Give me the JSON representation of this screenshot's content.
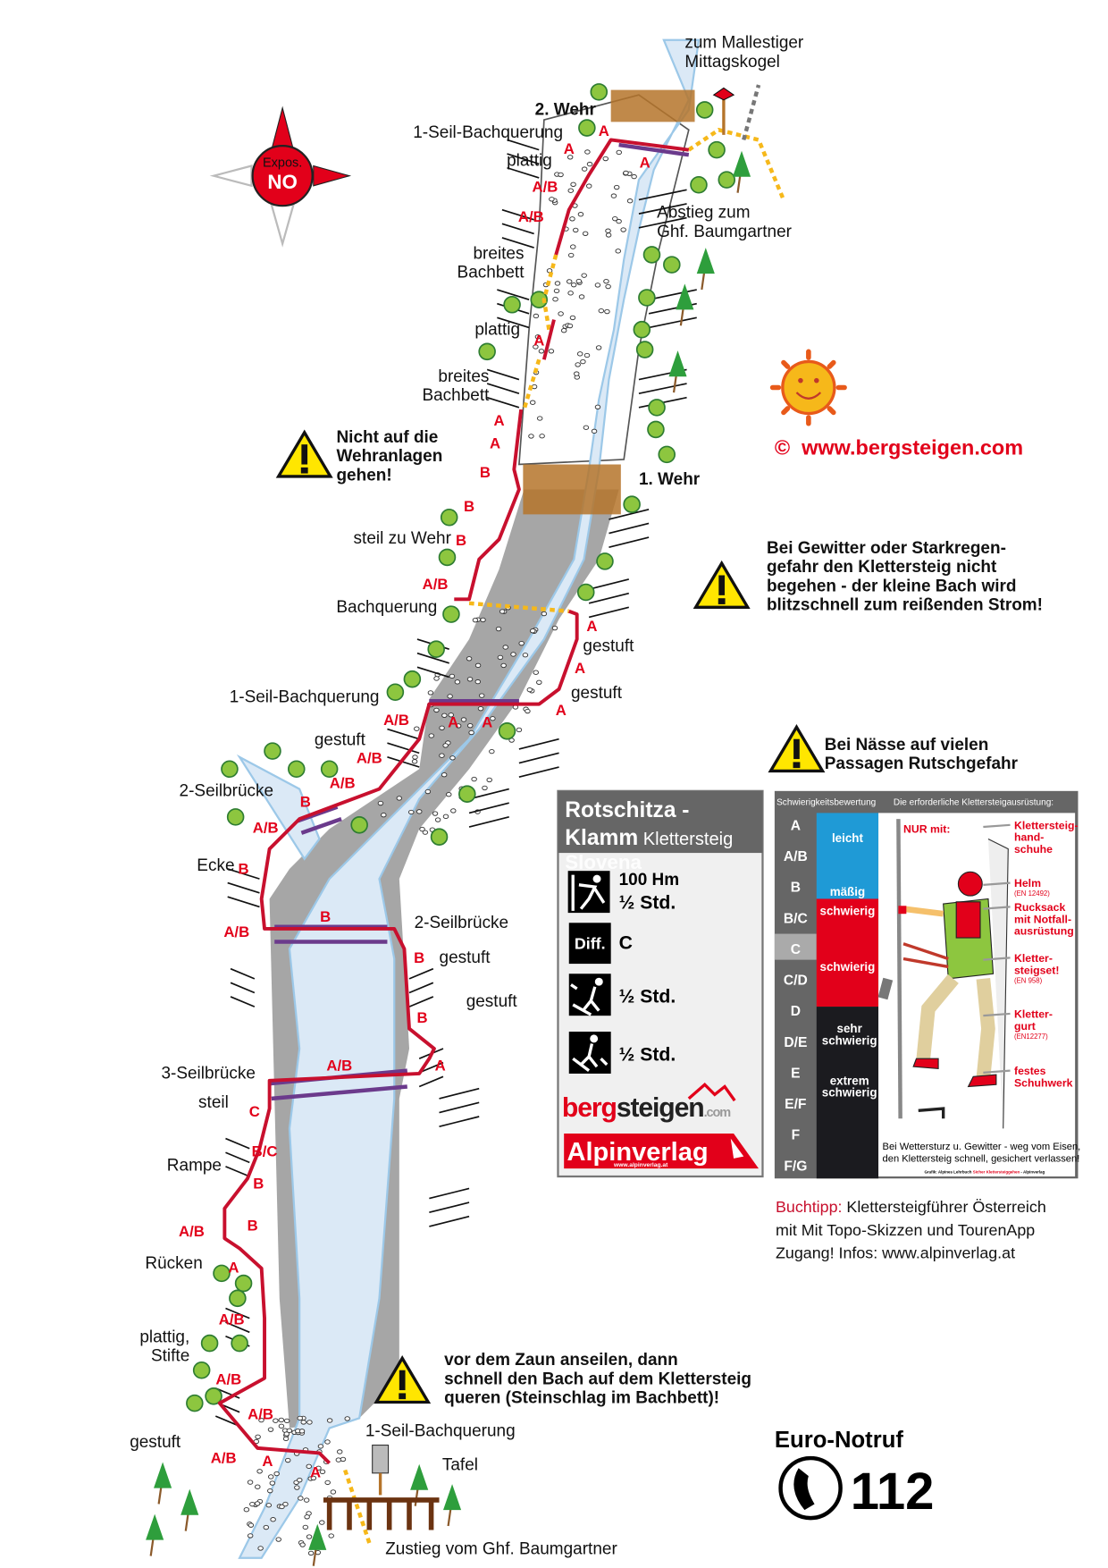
{
  "compass": {
    "label": "Expos.",
    "direction": "NO"
  },
  "copyright": "©  www.bergsteigen.com",
  "map_labels": {
    "top_exit": [
      "zum Mallestiger",
      "Mittagskogel"
    ],
    "wehr2": "2. Wehr",
    "seil_top": "1-Seil-Bachquerung",
    "plattig1": "plattig",
    "abstieg": [
      "Abstieg zum",
      "Ghf. Baumgartner"
    ],
    "breites1": [
      "breites",
      "Bachbett"
    ],
    "plattig2": "plattig",
    "breites2": [
      "breites",
      "Bachbett"
    ],
    "wehr1": "1. Wehr",
    "steil_wehr": "steil zu Wehr",
    "bachquerung": "Bachquerung",
    "gestuft_r1": "gestuft",
    "gestuft_r2": "gestuft",
    "seil_mid": "1-Seil-Bachquerung",
    "gestuft_l1": "gestuft",
    "seilbruecke2a": "2-Seilbrücke",
    "ecke": "Ecke",
    "seilbruecke2b": "2-Seilbrücke",
    "gestuft_r3": "gestuft",
    "gestuft_r4": "gestuft",
    "seilbruecke3": "3-Seilbrücke",
    "steil": "steil",
    "rampe": "Rampe",
    "ruecken": "Rücken",
    "plattig3": [
      "plattig,",
      "Stifte"
    ],
    "gestuft_bottom": "gestuft",
    "seil_bottom": "1-Seil-Bachquerung",
    "tafel": "Tafel",
    "zustieg": "Zustieg vom Ghf. Baumgartner"
  },
  "grades": [
    "A",
    "A",
    "A",
    "A/B",
    "A/B",
    "A",
    "A",
    "A",
    "B",
    "B",
    "B",
    "A/B",
    "A",
    "A",
    "A",
    "A/B",
    "A",
    "A",
    "A/B",
    "A/B",
    "B",
    "A/B",
    "B",
    "B",
    "A/B",
    "B",
    "B",
    "A/B",
    "A",
    "C",
    "B/C",
    "B",
    "A/B",
    "B",
    "A",
    "A/B",
    "A/B",
    "A/B",
    "A/B",
    "A",
    "A"
  ],
  "warnings": {
    "wehr": [
      "Nicht auf die",
      "Wehranlagen",
      "gehen!"
    ],
    "gewitter": [
      "Bei Gewitter oder Starkregen-",
      "gefahr den Klettersteig nicht",
      "begehen - der kleine Bach wird",
      "blitzschnell zum reißenden Strom!"
    ],
    "naesse": [
      "Bei Nässe auf vielen",
      "Passagen Rutschgefahr"
    ],
    "zaun": [
      "vor dem Zaun anseilen, dann",
      "schnell den Bach auf dem Klettersteig",
      "queren (Steinschlag im Bachbett)!"
    ]
  },
  "info_card": {
    "title1": "Rotschitza -",
    "title2a": "Klamm",
    "title2b": "Klettersteig",
    "watermark": "Slovena",
    "height": "100 Hm",
    "climb_time": "½ Std.",
    "diff_badge": "Diff.",
    "difficulty": "C",
    "ascent_time": "½ Std.",
    "descent_time": "½ Std.",
    "logo_berg": "berg",
    "logo_steigen": "steigen",
    "logo_com": ".com",
    "logo_alpin": "Alpinverlag",
    "logo_alpin_url": "www.alpinverlag.at"
  },
  "difficulty_scale": {
    "header": "Schwierigkeitsbewertung",
    "grades": [
      "A",
      "A/B",
      "B",
      "B/C",
      "C",
      "C/D",
      "D",
      "D/E",
      "E",
      "E/F",
      "F",
      "F/G"
    ],
    "highlighted": "C",
    "levels": {
      "leicht": "leicht",
      "maessig": "mäßig",
      "schwierig1": "schwierig",
      "schwierig2": "schwierig",
      "sehr": [
        "sehr",
        "schwierig"
      ],
      "extrem": [
        "extrem",
        "schwierig"
      ]
    }
  },
  "equipment": {
    "header": "Die erforderliche Klettersteigausrüstung:",
    "nur_mit": "NUR mit:",
    "items": [
      {
        "lines": [
          "Klettersteig-",
          "hand-",
          "schuhe"
        ],
        "norm": ""
      },
      {
        "lines": [
          "Helm"
        ],
        "norm": "(EN 12492)"
      },
      {
        "lines": [
          "Rucksack",
          "mit Notfall-",
          "ausrüstung"
        ],
        "norm": ""
      },
      {
        "lines": [
          "Kletter-",
          "steigset!"
        ],
        "norm": "(EN 958)"
      },
      {
        "lines": [
          "Kletter-",
          "gurt"
        ],
        "norm": "(EN12277)"
      },
      {
        "lines": [
          "festes",
          "Schuhwerk"
        ],
        "norm": ""
      }
    ],
    "footer": [
      "Bei Wettersturz u. Gewitter - weg vom Eisen,",
      "den Klettersteig schnell, gesichert verlassen!"
    ],
    "credit_a": "Grafik: Alpines Lehrbuch ",
    "credit_b": "Sicher Klettersteiggehen",
    "credit_c": " - Alpinverlag"
  },
  "buchtipp": {
    "label": "Buchtipp:",
    "line1": " Klettersteigführer Österreich",
    "line2": "mit Mit Topo-Skizzen und TourenApp",
    "line3": "Zugang! Infos: www.alpinverlag.at"
  },
  "notruf": {
    "label": "Euro-Notruf",
    "number": "112"
  },
  "colors": {
    "route": "#c8102e",
    "grade": "#e2001a",
    "bridge": "#6b3a8c",
    "water": "#dbe9f6",
    "gorge": "#a6a6a6",
    "dotted": "#f6b81a"
  }
}
